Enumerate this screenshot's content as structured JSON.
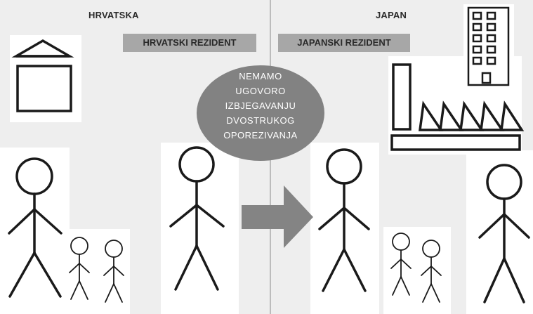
{
  "left": {
    "country": "HRVATSKA",
    "resident_label": "HRVATSKI REZIDENT"
  },
  "right": {
    "country": "JAPAN",
    "resident_label": "JAPANSKI REZIDENT"
  },
  "center_message": [
    "NEMAMO",
    "UGOVORO",
    "IZBJEGAVANJU",
    "DVOSTRUKOG",
    "OPOREZIVANJA"
  ],
  "colors": {
    "background": "#eeeeee",
    "panel": "#ffffff",
    "badge": "#a7a7a7",
    "ellipse": "#828282",
    "arrow": "#848484",
    "stroke": "#1a1a1a"
  }
}
